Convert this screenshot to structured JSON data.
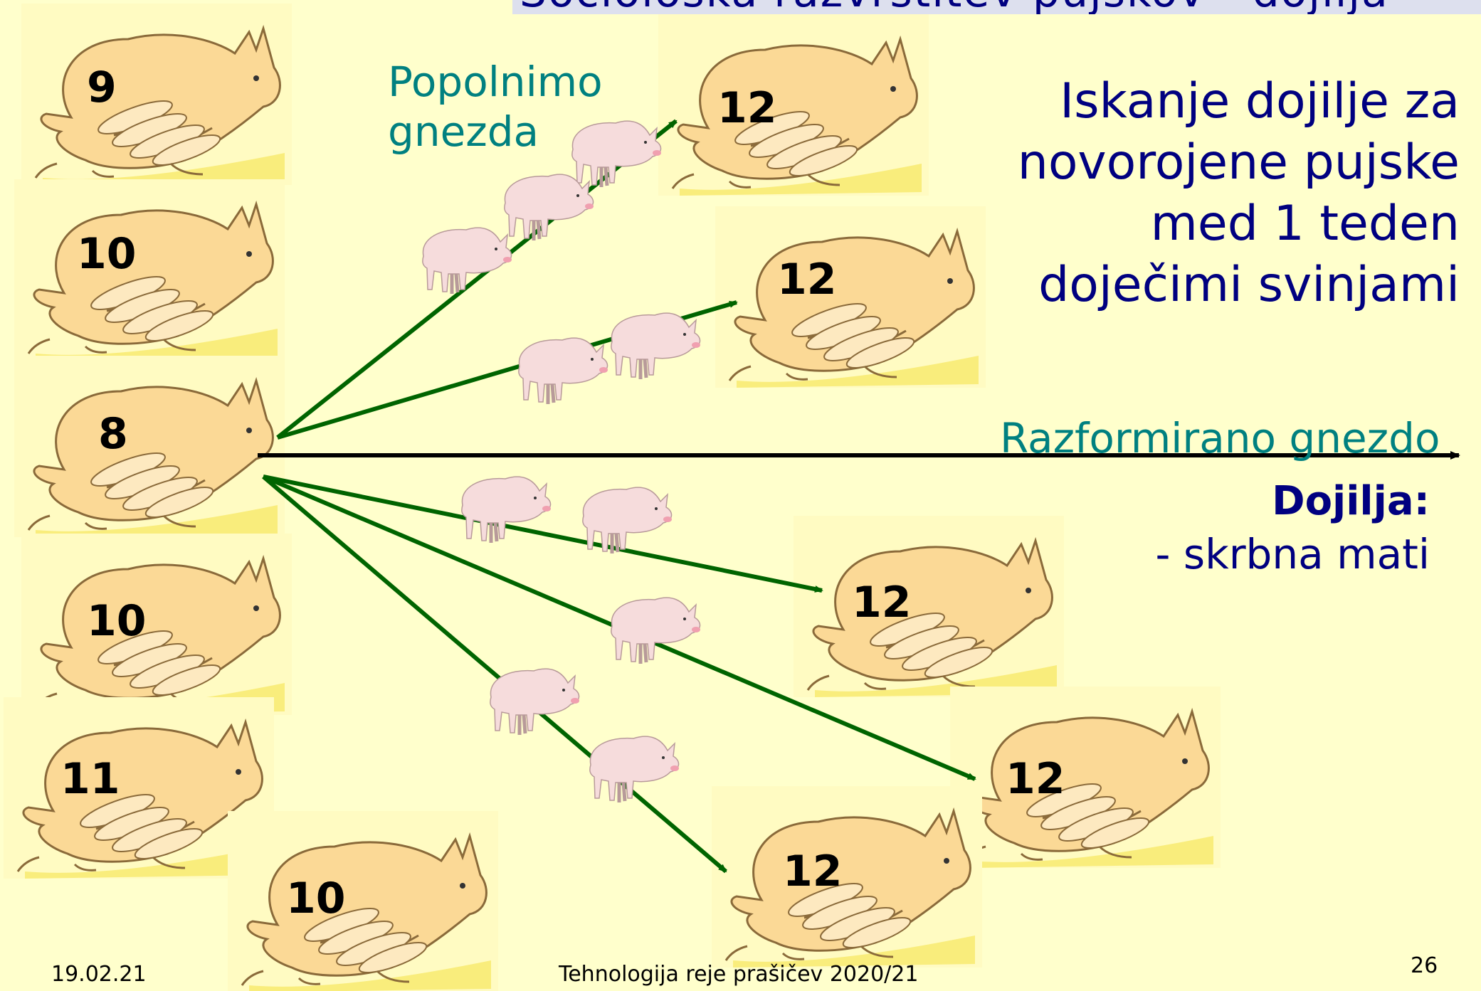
{
  "slide": {
    "title_fragment": "Sociološka razvrstitev pujskov - dojilja",
    "popolnimo_line1": "Popolnimo",
    "popolnimo_line2": "gnezda",
    "main_text": [
      "Iskanje dojilje za",
      "novorojene pujske",
      "med 1 teden",
      "doječimi svinjami"
    ],
    "razformirano": "Razformirano gnezdo",
    "dojilja_label": "Dojilja:",
    "dojilja_desc": "- skrbna mati",
    "footer_date": "19.02.21",
    "footer_center": "Tehnologija reje prašičev 2020/21",
    "page_number": "26"
  },
  "sows_left": [
    "9",
    "10",
    "8",
    "10",
    "11",
    "10"
  ],
  "sows_right": [
    "12",
    "12",
    "12",
    "12",
    "12"
  ],
  "colors": {
    "background": "#ffffcc",
    "arrow": "#006400",
    "navy": "#000080",
    "teal": "#008080"
  }
}
